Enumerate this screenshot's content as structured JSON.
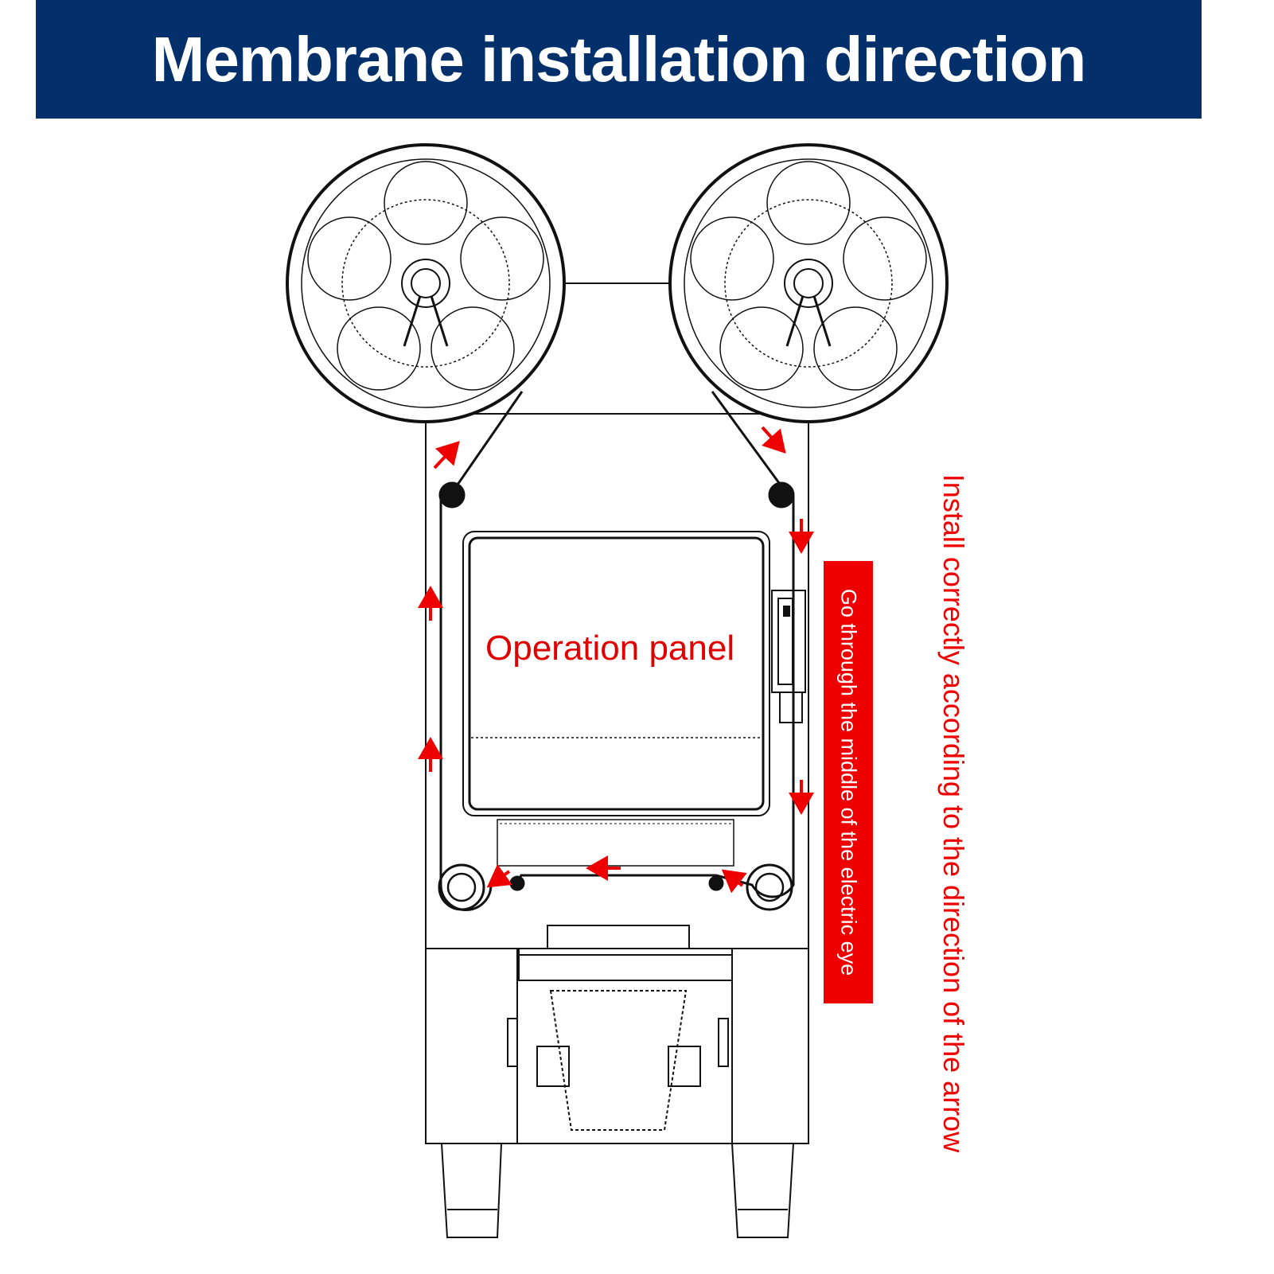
{
  "header": {
    "title": "Membrane installation direction"
  },
  "labels": {
    "operation_panel": "Operation panel",
    "electric_eye_note": "Go through the middle of the electric eye",
    "install_note": "Install correctly according to the direction of the arrow"
  },
  "colors": {
    "banner": "#03306b",
    "accent": "#ee0000",
    "line": "#111111"
  }
}
